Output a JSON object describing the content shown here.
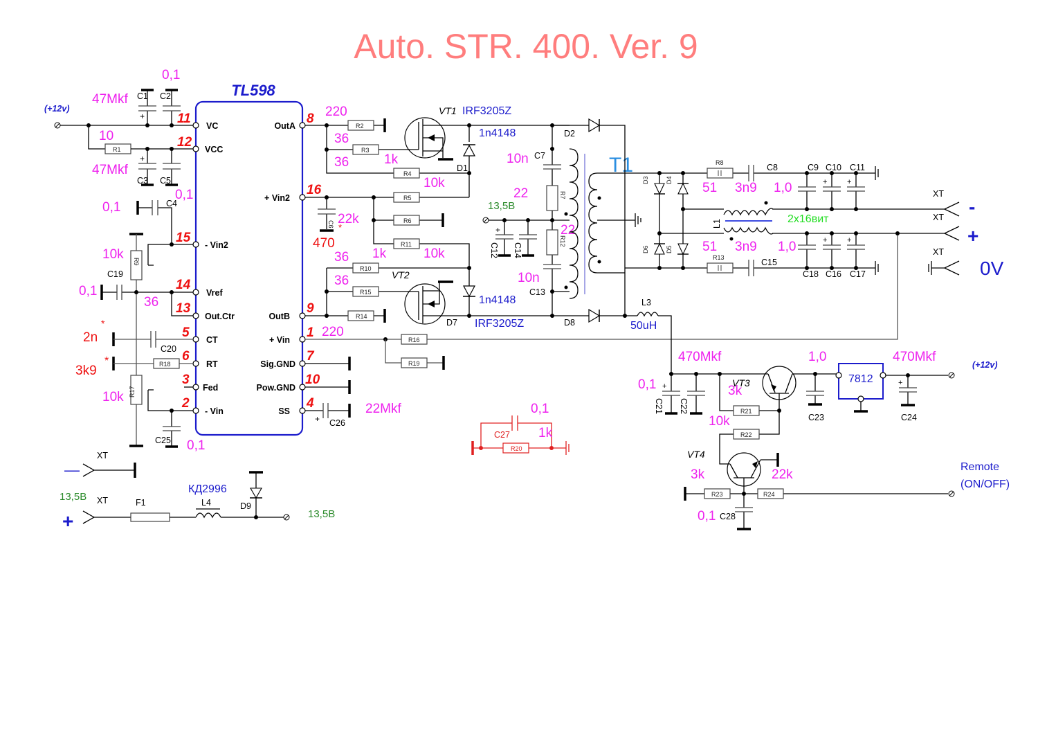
{
  "title": "Auto. STR. 400. Ver. 9",
  "ic": {
    "name": "TL598",
    "left_pins": [
      {
        "num": "11",
        "label": "VC"
      },
      {
        "num": "12",
        "label": "VCC"
      },
      {
        "num": "15",
        "label": "- Vin2"
      },
      {
        "num": "14",
        "label": "Vref"
      },
      {
        "num": "13",
        "label": "Out.Ctr"
      },
      {
        "num": "5",
        "label": "CT"
      },
      {
        "num": "6",
        "label": "RT"
      },
      {
        "num": "3",
        "label": "Fed"
      },
      {
        "num": "2",
        "label": "- Vin"
      }
    ],
    "right_pins": [
      {
        "num": "8",
        "label": "OutA"
      },
      {
        "num": "16",
        "label": "+ Vin2"
      },
      {
        "num": "9",
        "label": "OutB"
      },
      {
        "num": "1",
        "label": "+ Vin"
      },
      {
        "num": "7",
        "label": "Sig.GND"
      },
      {
        "num": "10",
        "label": "Pow.GND"
      },
      {
        "num": "4",
        "label": "SS"
      }
    ]
  },
  "refs": {
    "C1": "C1",
    "C2": "C2",
    "C3": "C3",
    "C4": "C4",
    "C5": "C5",
    "C6": "C6",
    "C7": "C7",
    "C8": "C8",
    "C9": "C9",
    "C10": "C10",
    "C11": "C11",
    "C12": "C12",
    "C13": "C13",
    "C14": "C14",
    "C15": "C15",
    "C16": "C16",
    "C17": "C17",
    "C18": "C18",
    "C19": "C19",
    "C20": "C20",
    "C21": "C21",
    "C22": "C22",
    "C23": "C23",
    "C24": "C24",
    "C25": "C25",
    "C26": "C26",
    "C27": "C27",
    "C28": "C28",
    "R1": "R1",
    "R2": "R2",
    "R3": "R3",
    "R4": "R4",
    "R5": "R5",
    "R6": "R6",
    "R7": "R7",
    "R8": "R8",
    "R9": "R9",
    "R10": "R10",
    "R11": "R11",
    "R12": "R12",
    "R13": "R13",
    "R14": "R14",
    "R15": "R15",
    "R16": "R16",
    "R17": "R17",
    "R18": "R18",
    "R19": "R19",
    "R20": "R20",
    "R21": "R21",
    "R22": "R22",
    "R23": "R23",
    "R24": "R24",
    "D1": "D1",
    "D2": "D2",
    "D3": "D3",
    "D4": "D4",
    "D5": "D5",
    "D6": "D6",
    "D7": "D7",
    "D8": "D8",
    "D9": "D9",
    "VT1": "VT1",
    "VT2": "VT2",
    "VT3": "VT3",
    "VT4": "VT4",
    "L1": "L1",
    "L3": "L3",
    "L4": "L4",
    "F1": "F1",
    "T1": "T1",
    "XT": "XT"
  },
  "values": {
    "c1": "47Mkf",
    "c2": "0,1",
    "r1": "10",
    "c3": "47Mkf",
    "c5": "0,1",
    "c4": "0,1",
    "r9": "10k",
    "c19": "0,1",
    "r_vref": "36",
    "c20": "2n",
    "r18": "3k9",
    "r17": "10k",
    "c25": "0,1",
    "r2": "220",
    "r3": "36",
    "r3b": "1k",
    "r4": "36",
    "r4b": "10k",
    "c6": "22k",
    "c6b": "470",
    "r11a": "1k",
    "r11b": "10k",
    "r10": "36",
    "r15": "36",
    "r14": "220",
    "c26": "22Mkf",
    "c7": "10n",
    "r7": "22",
    "r12": "22",
    "c13": "10n",
    "r8": "51",
    "c8": "3n9",
    "c9": "1,0",
    "r13": "51",
    "c15": "3n9",
    "c18": "1,0",
    "c27": "0,1",
    "r20": "1k",
    "c21": "0,1",
    "c21b": "470Mkf",
    "r21": "10k",
    "r22": "3k",
    "c23": "1,0",
    "c24": "470Mkf",
    "r23": "3k",
    "r24": "22k",
    "c28": "0,1",
    "l3": "50uH"
  },
  "parts": {
    "vt1": "IRF3205Z",
    "vt2": "IRF3205Z",
    "d1": "1n4148",
    "d7": "1n4148",
    "regulator": "7812",
    "l4": "КД2996",
    "l1": "2x16вит"
  },
  "nets": {
    "input_12v": "(+12v)",
    "output_12v": "(+12v)",
    "v135_a": "13,5В",
    "v135_b": "13,5В",
    "v135_c": "13,5В",
    "remote_line1": "Remote",
    "remote_line2": "(ON/OFF)"
  },
  "connectors": {
    "out_minus": "-",
    "out_plus": "+",
    "out_0v": "0V",
    "in_minus": "—",
    "in_plus": "+"
  },
  "markers": {
    "selected": "*"
  }
}
